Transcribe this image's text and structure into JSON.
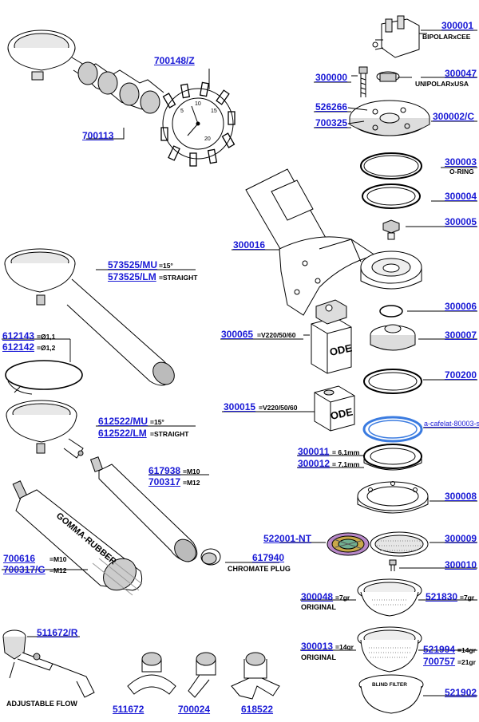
{
  "parts": {
    "p700148": "700148/Z",
    "p700113": "700113",
    "p300001": "300001",
    "p300001_note": "BIPOLARxCEE",
    "p300000": "300000",
    "p300047": "300047",
    "p300047_note": "UNIPOLARxUSA",
    "p526266": "526266",
    "p700325": "700325",
    "p300002": "300002/C",
    "p300003": "300003",
    "p300003_note": "O-RING",
    "p300004": "300004",
    "p300005": "300005",
    "p300016": "300016",
    "p573525mu": "573525/MU",
    "p573525mu_note": "=15°",
    "p573525lm": "573525/LM",
    "p573525lm_note": "=STRAIGHT",
    "p612143": "612143",
    "p612143_note": "=Ø1,1",
    "p612142": "612142",
    "p612142_note": "=Ø1,2",
    "p300006": "300006",
    "p300065": "300065",
    "p300065_note": "=V220/50/60",
    "p300007": "300007",
    "p700200": "700200",
    "p300015": "300015",
    "p300015_note": "=V220/50/60",
    "p612522mu": "612522/MU",
    "p612522mu_note": "=15°",
    "p612522lm": "612522/LM",
    "p612522lm_note": "=STRAIGHT",
    "cafelat": "a-cafelat-80003-s",
    "p300011": "300011",
    "p300011_note": "= 6,1mm",
    "p300012": "300012",
    "p300012_note": "= 7,1mm",
    "p617938": "617938",
    "p617938_note": "=M10",
    "p700317": "700317",
    "p700317_note": "=M12",
    "p300008": "300008",
    "p522001": "522001-NT",
    "p300009": "300009",
    "p700616": "700616",
    "p700616_note": "=M10",
    "p700317g": "700317/G",
    "p700317g_note": "=M12",
    "p617940": "617940",
    "p617940_note": "CHROMATE PLUG",
    "p300010": "300010",
    "p300048": "300048",
    "p300048_note": "=7gr",
    "p300048_original": "ORIGINAL",
    "p521830": "521830",
    "p521830_note": "=7gr",
    "p511672r": "511672/R",
    "p300013": "300013",
    "p300013_note": "=14gr",
    "p300013_original": "ORIGINAL",
    "p521994": "521994",
    "p521994_note": "=14gr",
    "p700757": "700757",
    "p700757_note": "=21gr",
    "adjustable": "ADJUSTABLE FLOW",
    "p511672": "511672",
    "p700024": "700024",
    "p618522": "618522",
    "p521902": "521902"
  },
  "inline_text": {
    "ode_1": "ODE",
    "ode_2": "ODE",
    "gomma": "GOMMA-RUBBER",
    "blind_filter": "BLIND FILTER"
  },
  "colors": {
    "link": "#1a1ad6",
    "highlight": "#3a7be0"
  }
}
